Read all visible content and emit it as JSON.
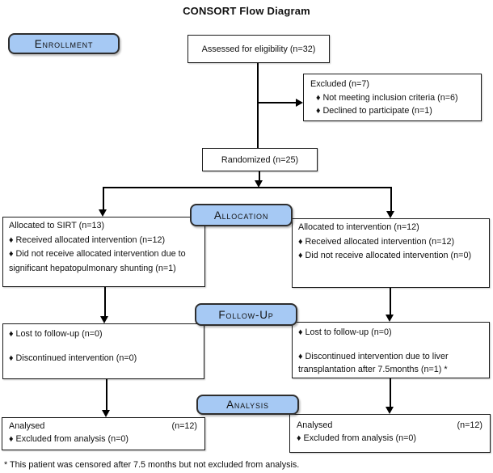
{
  "title": "CONSORT Flow Diagram",
  "stage_labels": {
    "enrollment": "Enrollment",
    "allocation": "Allocation",
    "followup": "Follow-Up",
    "analysis": "Analysis"
  },
  "boxes": {
    "assessed": {
      "text": "Assessed for eligibility (n=32)"
    },
    "excluded": {
      "lines": [
        "Excluded (n=7)",
        "♦ Not meeting inclusion criteria (n=6)",
        "♦ Declined to participate (n=1)"
      ]
    },
    "randomized": {
      "text": "Randomized (n=25)"
    },
    "alloc_left": {
      "lines": [
        "Allocated to SIRT (n=13)",
        "♦ Received allocated intervention (n=12)",
        "♦ Did not receive allocated intervention due to",
        "significant hepatopulmonary shunting (n=1)"
      ]
    },
    "alloc_right": {
      "lines": [
        "Allocated to intervention (n=12)",
        "♦ Received allocated intervention (n=12)",
        "♦ Did not receive allocated intervention (n=0)"
      ]
    },
    "followup_left": {
      "lines": [
        "♦ Lost to follow-up (n=0)",
        "",
        "♦ Discontinued intervention (n=0)"
      ]
    },
    "followup_right": {
      "lines": [
        "♦ Lost to follow-up (n=0)",
        "",
        "♦ Discontinued intervention due to liver",
        "transplantation after 7.5months (n=1) *"
      ]
    },
    "analysis_left": {
      "label": "Analysed",
      "n": "(n=12)",
      "excluded_line": "♦ Excluded from analysis (n=0)"
    },
    "analysis_right": {
      "label": "Analysed",
      "n": "(n=12)",
      "excluded_line": "♦ Excluded from analysis (n=0)"
    }
  },
  "footnote": "* This patient was censored after 7.5 months but not excluded from analysis.",
  "colors": {
    "stage_fill": "#a6c9f4",
    "stage_border": "#2e2e2e"
  }
}
